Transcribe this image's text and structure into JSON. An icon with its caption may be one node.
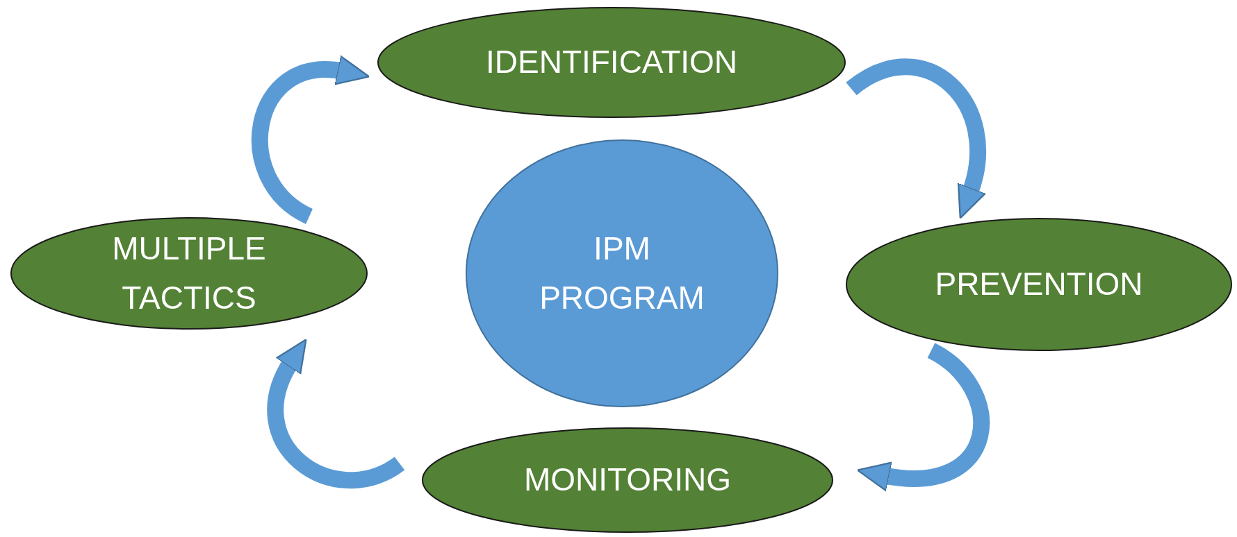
{
  "diagram": {
    "nodes": [
      {
        "text": [
          "IDENTIFICATION"
        ]
      },
      {
        "text": [
          "MULTIPLE TACTICS"
        ]
      },
      {
        "text": [
          "IPM PROGRAM"
        ]
      },
      {
        "text": [
          "PREVENTION"
        ]
      },
      {
        "text": [
          "MONITORING"
        ]
      }
    ],
    "edges": [
      {
        "from": 0,
        "to": 3,
        "arrow": "to"
      },
      {
        "from": 3,
        "to": 4,
        "arrow": "to"
      },
      {
        "from": 4,
        "to": 1,
        "arrow": "to"
      },
      {
        "from": 1,
        "to": 0,
        "arrow": "to"
      }
    ]
  }
}
